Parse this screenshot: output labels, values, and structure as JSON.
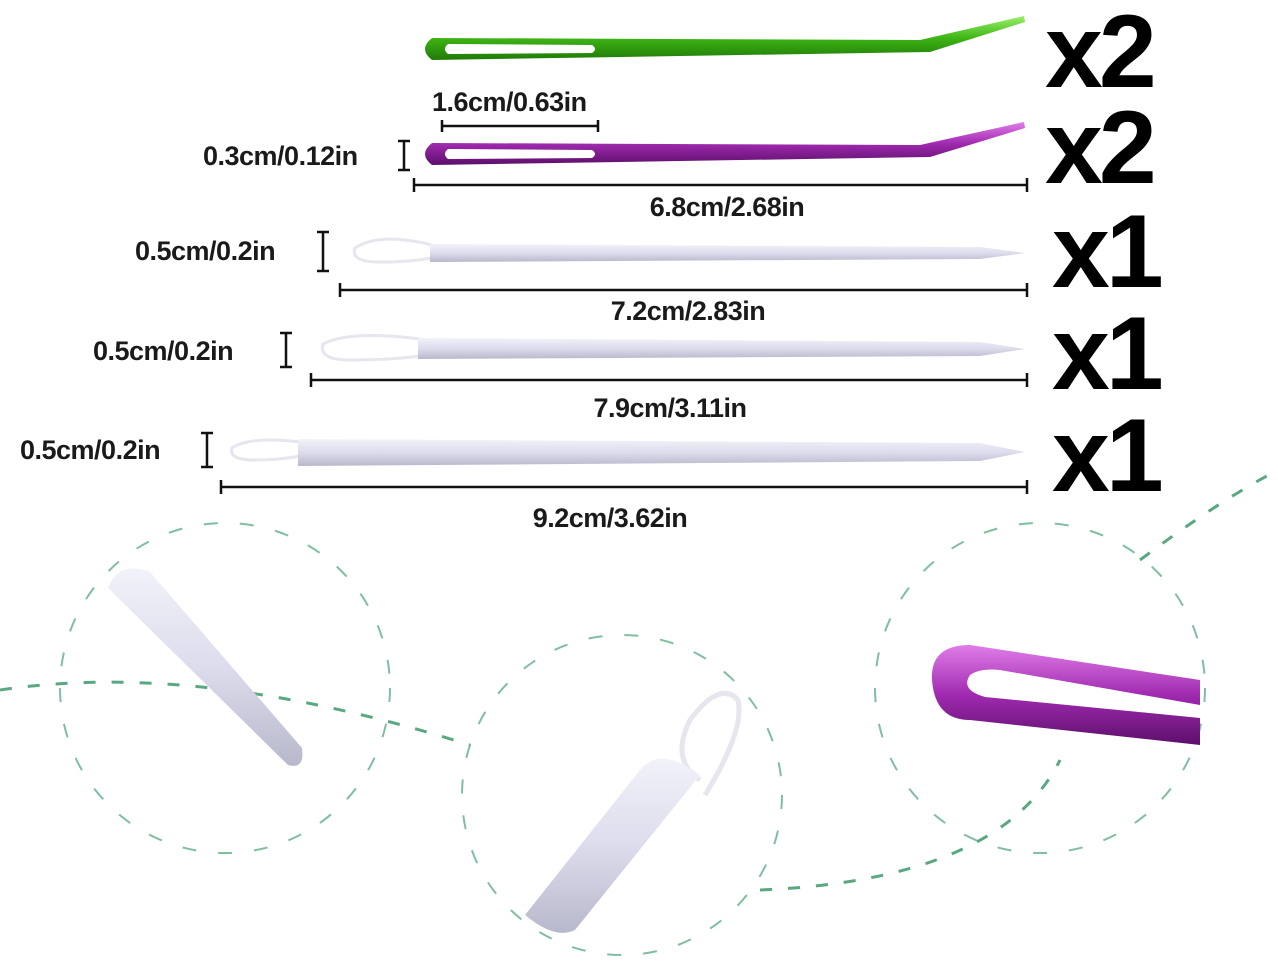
{
  "needles": [
    {
      "name": "green-needle",
      "color": "#4bc21c",
      "quantity": "x2"
    },
    {
      "name": "purple-needle",
      "color": "#a12bb3",
      "quantity": "x2",
      "eye_length": "1.6cm/0.63in",
      "width": "0.3cm/0.12in",
      "length": "6.8cm/2.68in"
    },
    {
      "name": "plastic-needle-small",
      "color": "#dcdcec",
      "quantity": "x1",
      "width": "0.5cm/0.2in",
      "length": "7.2cm/2.83in"
    },
    {
      "name": "plastic-needle-medium",
      "color": "#dcdcec",
      "quantity": "x1",
      "width": "0.5cm/0.2in",
      "length": "7.9cm/3.11in"
    },
    {
      "name": "plastic-needle-large",
      "color": "#dcdcec",
      "quantity": "x1",
      "width": "0.5cm/0.2in",
      "length": "9.2cm/3.62in"
    }
  ],
  "accent_color": "#7fbfa0"
}
